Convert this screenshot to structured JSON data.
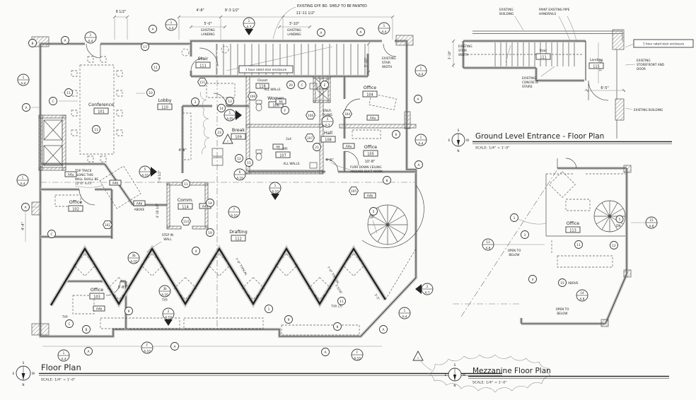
{
  "titles": {
    "main": {
      "label": "Floor Plan",
      "scale": "SCALE: 1/4\" = 1'-0\""
    },
    "ground": {
      "label": "Ground Level Entrance - Floor Plan",
      "scale": "SCALE: 1/4\" = 1'-0\""
    },
    "mezz": {
      "label": "Mezzanine Floor Plan",
      "scale": "SCALE: 1/4\" = 1'-0\""
    }
  },
  "compass": {
    "n": "N",
    "s": "S",
    "e": "E",
    "w": "W"
  },
  "rooms": {
    "conference": {
      "name": "Conference",
      "num": "101"
    },
    "office102": {
      "name": "Office",
      "num": "102"
    },
    "office103": {
      "name": "Office",
      "num": "103"
    },
    "office104": {
      "name": "Office",
      "num": "104"
    },
    "office105": {
      "name": "Office",
      "num": "105"
    },
    "women": {
      "name": "Women",
      "num": "106"
    },
    "men": {
      "name": "Men",
      "num": "107"
    },
    "hall": {
      "name": "Hall",
      "num": "108"
    },
    "brk": {
      "name": "Break",
      "num": "109"
    },
    "lobby": {
      "name": "Lobby",
      "num": "110"
    },
    "stair": {
      "name": "Stair",
      "num": "111"
    },
    "drafting": {
      "name": "Drafting",
      "num": "112"
    },
    "office113": {
      "name": "Office",
      "num": "113"
    },
    "comm": {
      "name": "Comm.",
      "num": "114"
    },
    "landing": {
      "name": "Landing",
      "num": "115"
    },
    "closet": {
      "name": "Closet",
      "num": "116"
    }
  },
  "notes": {
    "gyp": "EXISTING GYP. BD. SHELF TO BE PAINTED",
    "landing": [
      "EXISTING",
      "LANDING"
    ],
    "enclosure": "1 hour rated stair enclosure",
    "stairwidth": [
      "EXISTING",
      "STAIR",
      "WIDTH"
    ],
    "furr": [
      "FURR DOWN CEILING",
      "AROUND DUCT WORK"
    ],
    "toptrack": [
      "TOP TRACK",
      "ALONG THIS",
      "WALL SHALL BE",
      "12'-0\" A.F.F."
    ],
    "step": [
      "STEP IN",
      "WALL"
    ],
    "allwalls": "ALL WALLS",
    "enlr": [
      "ENLR.",
      "PLANS"
    ],
    "open": [
      "OPEN TO",
      "BELOW"
    ],
    "above": "ABOVE",
    "up": "UP",
    "dn": "DN.",
    "typ": "TYP.",
    "typ7": "TYP. (7)",
    "bldg2": [
      "EXISTING",
      "BUILDING"
    ],
    "bldg1": "EXISTING BUILDING",
    "paint": [
      "PAINT EXISTING PIPE",
      "HANDRAILS"
    ],
    "conc": [
      "EXISTING",
      "CONCRETE",
      "STAIRS"
    ],
    "store": [
      "EXISTING",
      "STOREFRONT AND",
      "DOOR"
    ],
    "x24": "2x4"
  },
  "dims": {
    "h812": "8 1/2\"",
    "f48": "4'-8\"",
    "f93": "9'-3 1/2\"",
    "f1111": "11'-11 1/2\"",
    "f50": "5'-0\"",
    "f310": "3'-10\"",
    "f38": "3'-8\"",
    "f40": "4'-0\"",
    "f108": "10'-8\"",
    "f65": "6'-5\"",
    "f72": "7'-2 1/2\"",
    "f58": "5'-8 1/2\"",
    "f410": "4'-10 1/2\"",
    "f44": "4'-4\"",
    "f35": "3'-5\"",
    "f3516": "3 5/16\"",
    "f70": "7'-0\" TYPICAL"
  },
  "tags": {
    "a4a": "A4a",
    "a4b": "A4b",
    "a6": "A6"
  },
  "keys": {
    "n1": "1",
    "n2": "2",
    "n3": "3",
    "n3b": "3b",
    "n4": "4",
    "n5": "5",
    "n6": "6",
    "n7": "7",
    "n8": "8",
    "n9": "9",
    "n10": "10",
    "n11": "11",
    "n12": "12",
    "n13": "13",
    "n14": "14",
    "n15": "15",
    "n17": "17",
    "n19": "19",
    "n20": "20",
    "n21": "21",
    "n23": "23",
    "A": "A",
    "B": "B",
    "C": "C",
    "E": "E",
    "F": "F"
  },
  "sheets": {
    "a3": "A-3",
    "a4": "A-4",
    "a05": "A-05",
    "a7": "A-7",
    "a8": "A-8",
    "a10": "A-10"
  }
}
